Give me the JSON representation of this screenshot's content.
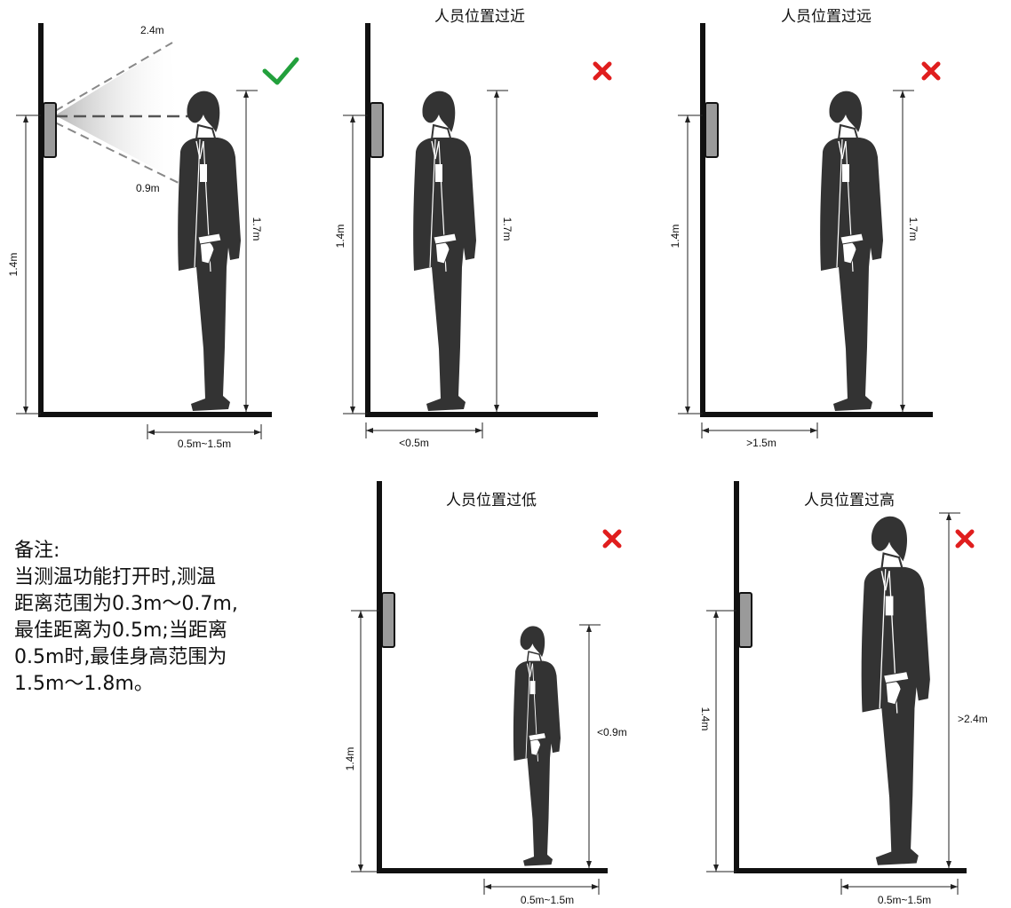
{
  "panels": [
    {
      "id": "ok",
      "title": "",
      "mark": "check",
      "marker_top": "2.4m",
      "marker_bottom": "0.9m",
      "wall_height": "1.4m",
      "person_height": "1.7m",
      "distance": "0.5m~1.5m"
    },
    {
      "id": "near",
      "title": "人员位置过近",
      "mark": "cross",
      "wall_height": "1.4m",
      "person_height": "1.7m",
      "distance": "<0.5m"
    },
    {
      "id": "far",
      "title": "人员位置过远",
      "mark": "cross",
      "wall_height": "1.4m",
      "person_height": "1.7m",
      "distance": ">1.5m"
    },
    {
      "id": "low",
      "title": "人员位置过低",
      "mark": "cross",
      "wall_height": "1.4m",
      "person_height": "<0.9m",
      "distance": "0.5m~1.5m"
    },
    {
      "id": "high",
      "title": "人员位置过高",
      "mark": "cross",
      "wall_height": "1.4m",
      "person_height": ">2.4m",
      "distance": "0.5m~1.5m"
    }
  ],
  "note": {
    "lines": [
      "备注:",
      "当测温功能打开时,测温",
      "距离范围为0.3m～0.7m,",
      "最佳距离为0.5m;当距离",
      "0.5m时,最佳身高范围为",
      "1.5m～1.8m。"
    ]
  },
  "colors": {
    "check": "#22a03c",
    "cross": "#e01e1e",
    "figure": "#333333",
    "device": "#9a9a9a"
  },
  "icons": {
    "check": "checkmark-icon",
    "cross": "cross-icon"
  }
}
